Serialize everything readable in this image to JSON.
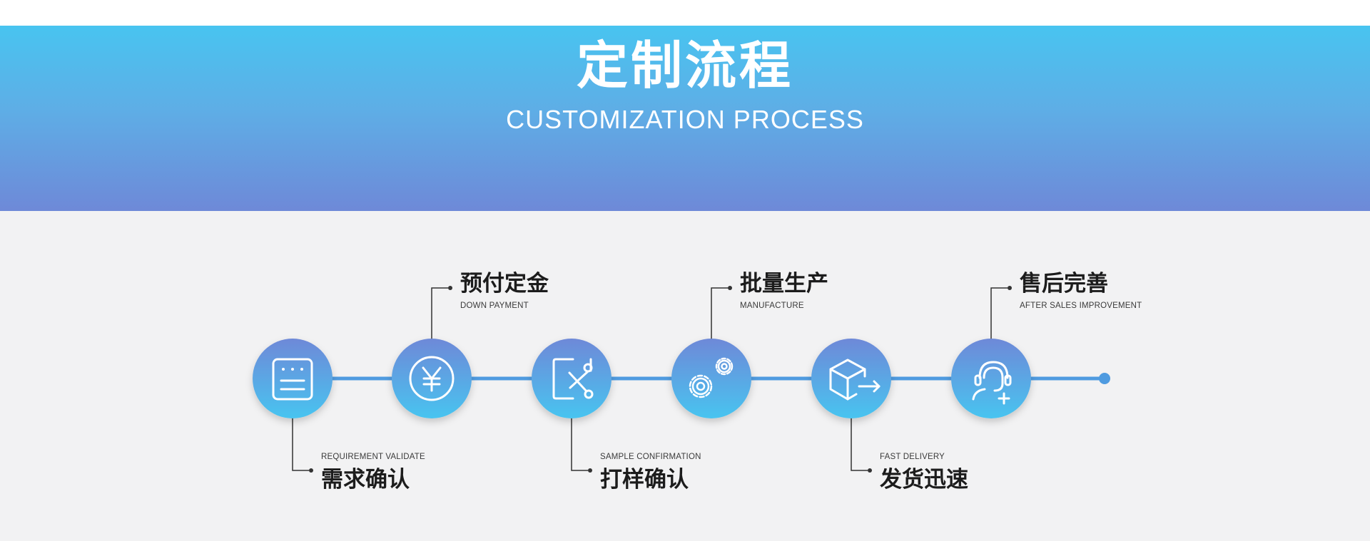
{
  "banner": {
    "title": "定制流程",
    "subtitle": "CUSTOMIZATION PROCESS"
  },
  "colors": {
    "banner_top": "#48c4f0",
    "banner_bottom": "#6e89d8",
    "circle_top": "#6e89d8",
    "circle_bottom": "#48c4f0",
    "timeline": "#4f9be0",
    "background": "#f2f2f3"
  },
  "steps": [
    {
      "cn": "需求确认",
      "en": "REQUIREMENT VALIDATE",
      "icon": "document-list-icon",
      "label_position": "bottom"
    },
    {
      "cn": "预付定金",
      "en": "DOWN PAYMENT",
      "icon": "yen-coin-icon",
      "label_position": "top"
    },
    {
      "cn": "打样确认",
      "en": "SAMPLE CONFIRMATION",
      "icon": "scissors-cut-icon",
      "label_position": "bottom"
    },
    {
      "cn": "批量生产",
      "en": "MANUFACTURE",
      "icon": "gears-icon",
      "label_position": "top"
    },
    {
      "cn": "发货迅速",
      "en": "FAST DELIVERY",
      "icon": "package-delivery-icon",
      "label_position": "bottom"
    },
    {
      "cn": "售后完善",
      "en": "AFTER SALES IMPROVEMENT",
      "icon": "customer-service-icon",
      "label_position": "top"
    }
  ]
}
